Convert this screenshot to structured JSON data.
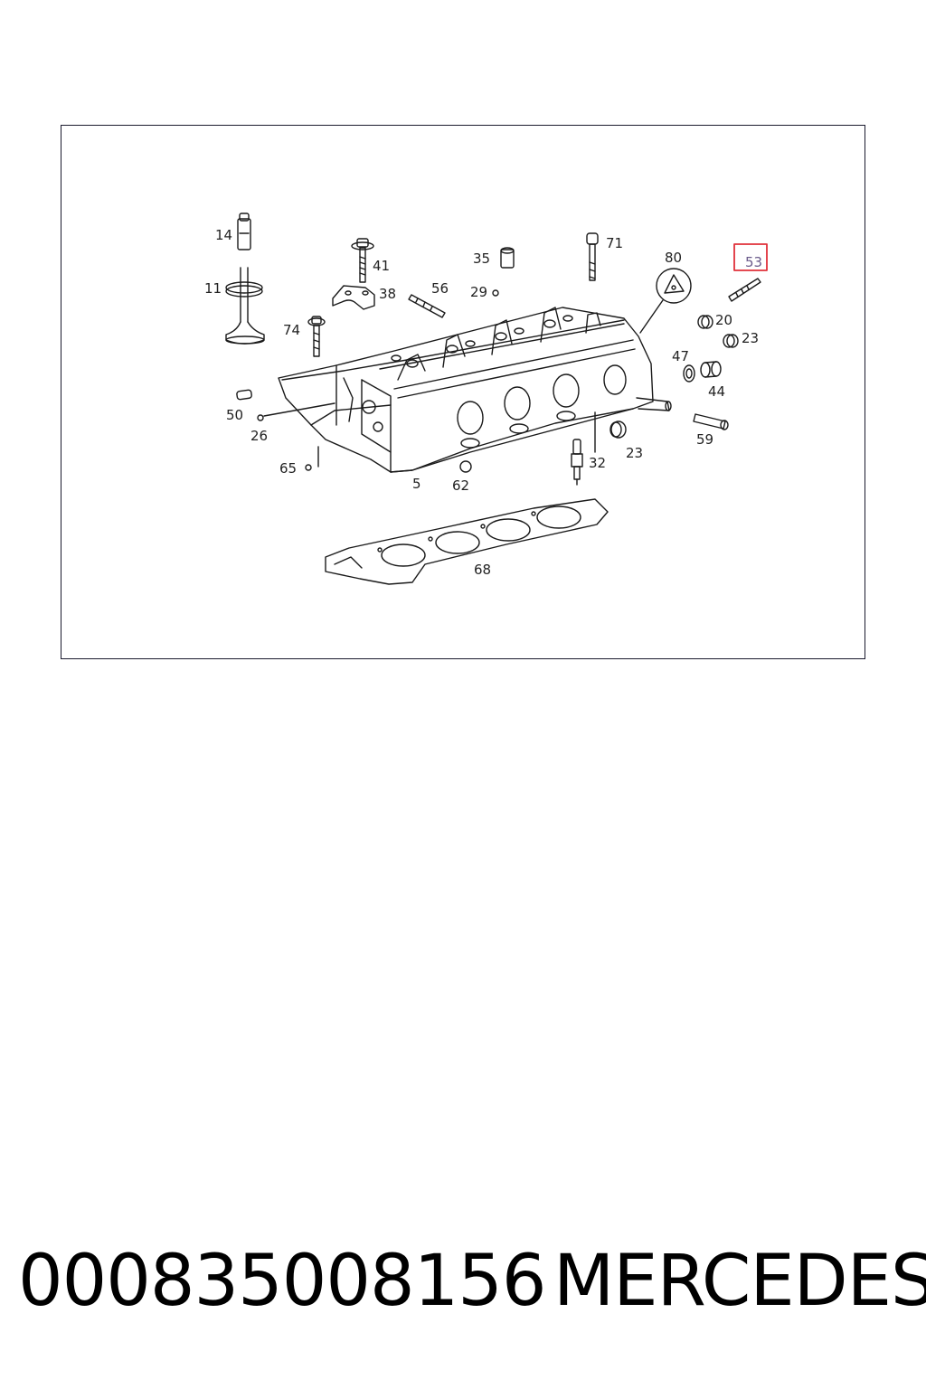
{
  "diagram": {
    "callouts": {
      "c14": "14",
      "c11": "11",
      "c41": "41",
      "c38": "38",
      "c74": "74",
      "c35": "35",
      "c29": "29",
      "c56": "56",
      "c71": "71",
      "c80": "80",
      "c53": "53",
      "c20": "20",
      "c23a": "23",
      "c47": "47",
      "c44": "44",
      "c50": "50",
      "c26": "26",
      "c65": "65",
      "c5": "5",
      "c62": "62",
      "c32": "32",
      "c23b": "23",
      "c59": "59",
      "c68": "68"
    },
    "highlighted_callout": "53",
    "highlight_color": "#e0303a",
    "line_color": "#1a1a1a"
  },
  "footer": {
    "part_number": "000835008156",
    "brand": "MERCEDES"
  }
}
